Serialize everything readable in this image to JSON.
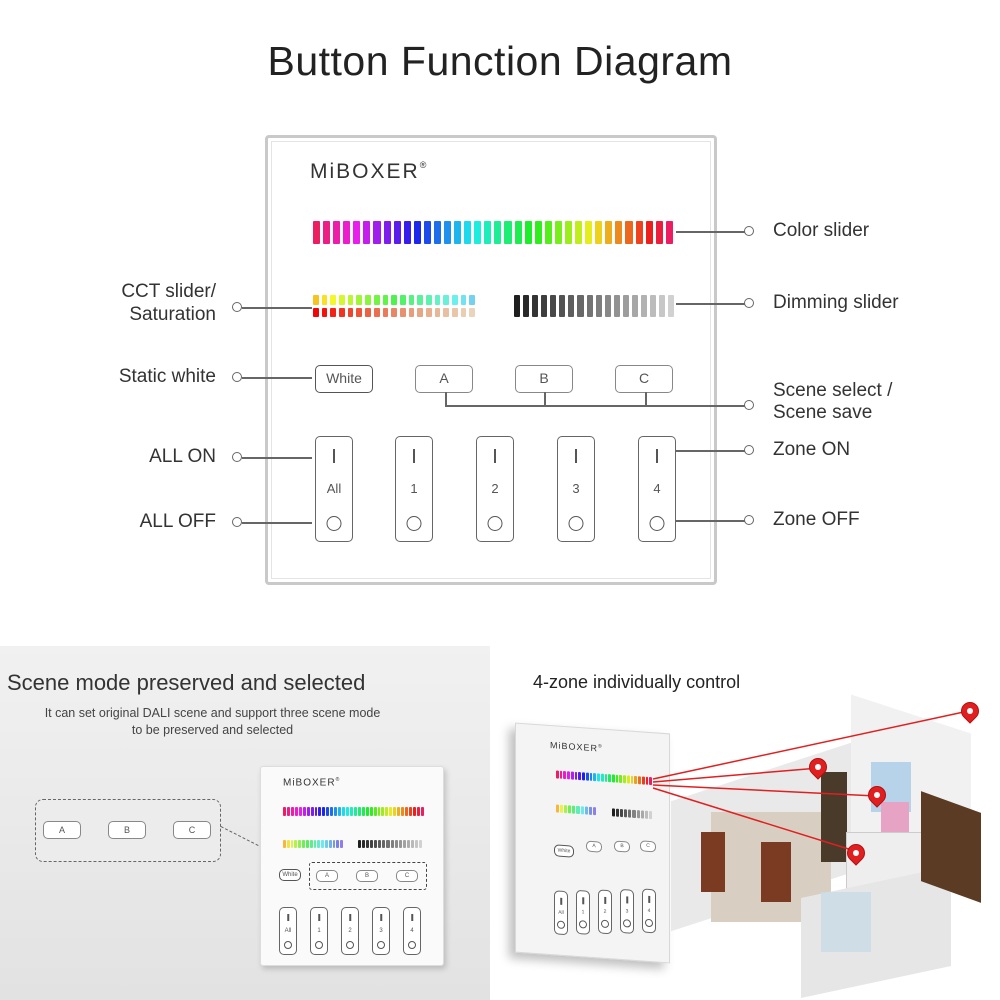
{
  "title": "Button Function Diagram",
  "brand": "MiBOXER",
  "brand_mark": "®",
  "labels": {
    "color_slider": "Color slider",
    "cct_1": "CCT slider/",
    "cct_2": "Saturation",
    "dimming": "Dimming slider",
    "static_white": "Static white",
    "scene_1": "Scene select /",
    "scene_2": "Scene save",
    "all_on": "ALL ON",
    "zone_on": "Zone ON",
    "all_off": "ALL OFF",
    "zone_off": "Zone OFF"
  },
  "buttons": {
    "white": "White",
    "a": "A",
    "b": "B",
    "c": "C",
    "zones": [
      "All",
      "1",
      "2",
      "3",
      "4"
    ]
  },
  "bottom_left": {
    "title": "Scene mode preserved and selected",
    "desc_1": "It can set original DALI scene and support three scene mode",
    "desc_2": "to be preserved and selected"
  },
  "bottom_right": {
    "title": "4-zone individually control"
  },
  "colors": {
    "pin": "#e02020",
    "line": "#666666"
  }
}
